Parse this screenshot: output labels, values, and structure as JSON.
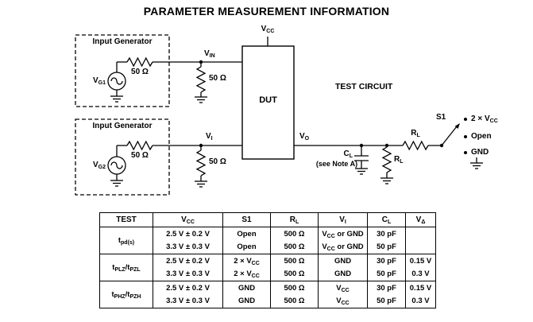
{
  "title": "PARAMETER MEASUREMENT INFORMATION",
  "colors": {
    "ink": "#000000",
    "background": "#ffffff"
  },
  "circuit": {
    "vcc": "V_CC_",
    "vin": "V_IN_",
    "vi": "V_I_",
    "vo": "V_O_",
    "dut": "DUT",
    "test_circuit": "TEST CIRCUIT",
    "gen1": {
      "title": "Input Generator",
      "source": "V_G1_",
      "resistor": "50 Ω"
    },
    "gen2": {
      "title": "Input Generator",
      "source": "V_G2_",
      "resistor": "50 Ω"
    },
    "term1": "50 Ω",
    "term2": "50 Ω",
    "cl": "C_L_",
    "cl_note": "(see Note A)",
    "rl_shunt": "R_L_",
    "rl_series": "R_L_",
    "s1": "S1",
    "s1_positions": [
      "2 × V_CC_",
      "Open",
      "GND"
    ]
  },
  "table": {
    "headers": [
      "TEST",
      "V_CC_",
      "S1",
      "R_L_",
      "V_I_",
      "C_L_",
      "V_Δ_"
    ],
    "groups": [
      {
        "test": "t_pd(s)_",
        "rows": [
          [
            "2.5 V ± 0.2 V",
            "Open",
            "500 Ω",
            "V_CC_ or GND",
            "30 pF",
            ""
          ],
          [
            "3.3 V ± 0.3 V",
            "Open",
            "500 Ω",
            "V_CC_ or GND",
            "50 pF",
            ""
          ]
        ]
      },
      {
        "test": "t_PLZ_/t_PZL_",
        "rows": [
          [
            "2.5 V ± 0.2 V",
            "2 × V_CC_",
            "500 Ω",
            "GND",
            "30 pF",
            "0.15 V"
          ],
          [
            "3.3 V ± 0.3 V",
            "2 × V_CC_",
            "500 Ω",
            "GND",
            "50 pF",
            "0.3 V"
          ]
        ]
      },
      {
        "test": "t_PHZ_/t_PZH_",
        "rows": [
          [
            "2.5 V ± 0.2 V",
            "GND",
            "500 Ω",
            "V_CC_",
            "30 pF",
            "0.15 V"
          ],
          [
            "3.3 V ± 0.3 V",
            "GND",
            "500 Ω",
            "V_CC_",
            "50 pF",
            "0.3 V"
          ]
        ]
      }
    ]
  }
}
